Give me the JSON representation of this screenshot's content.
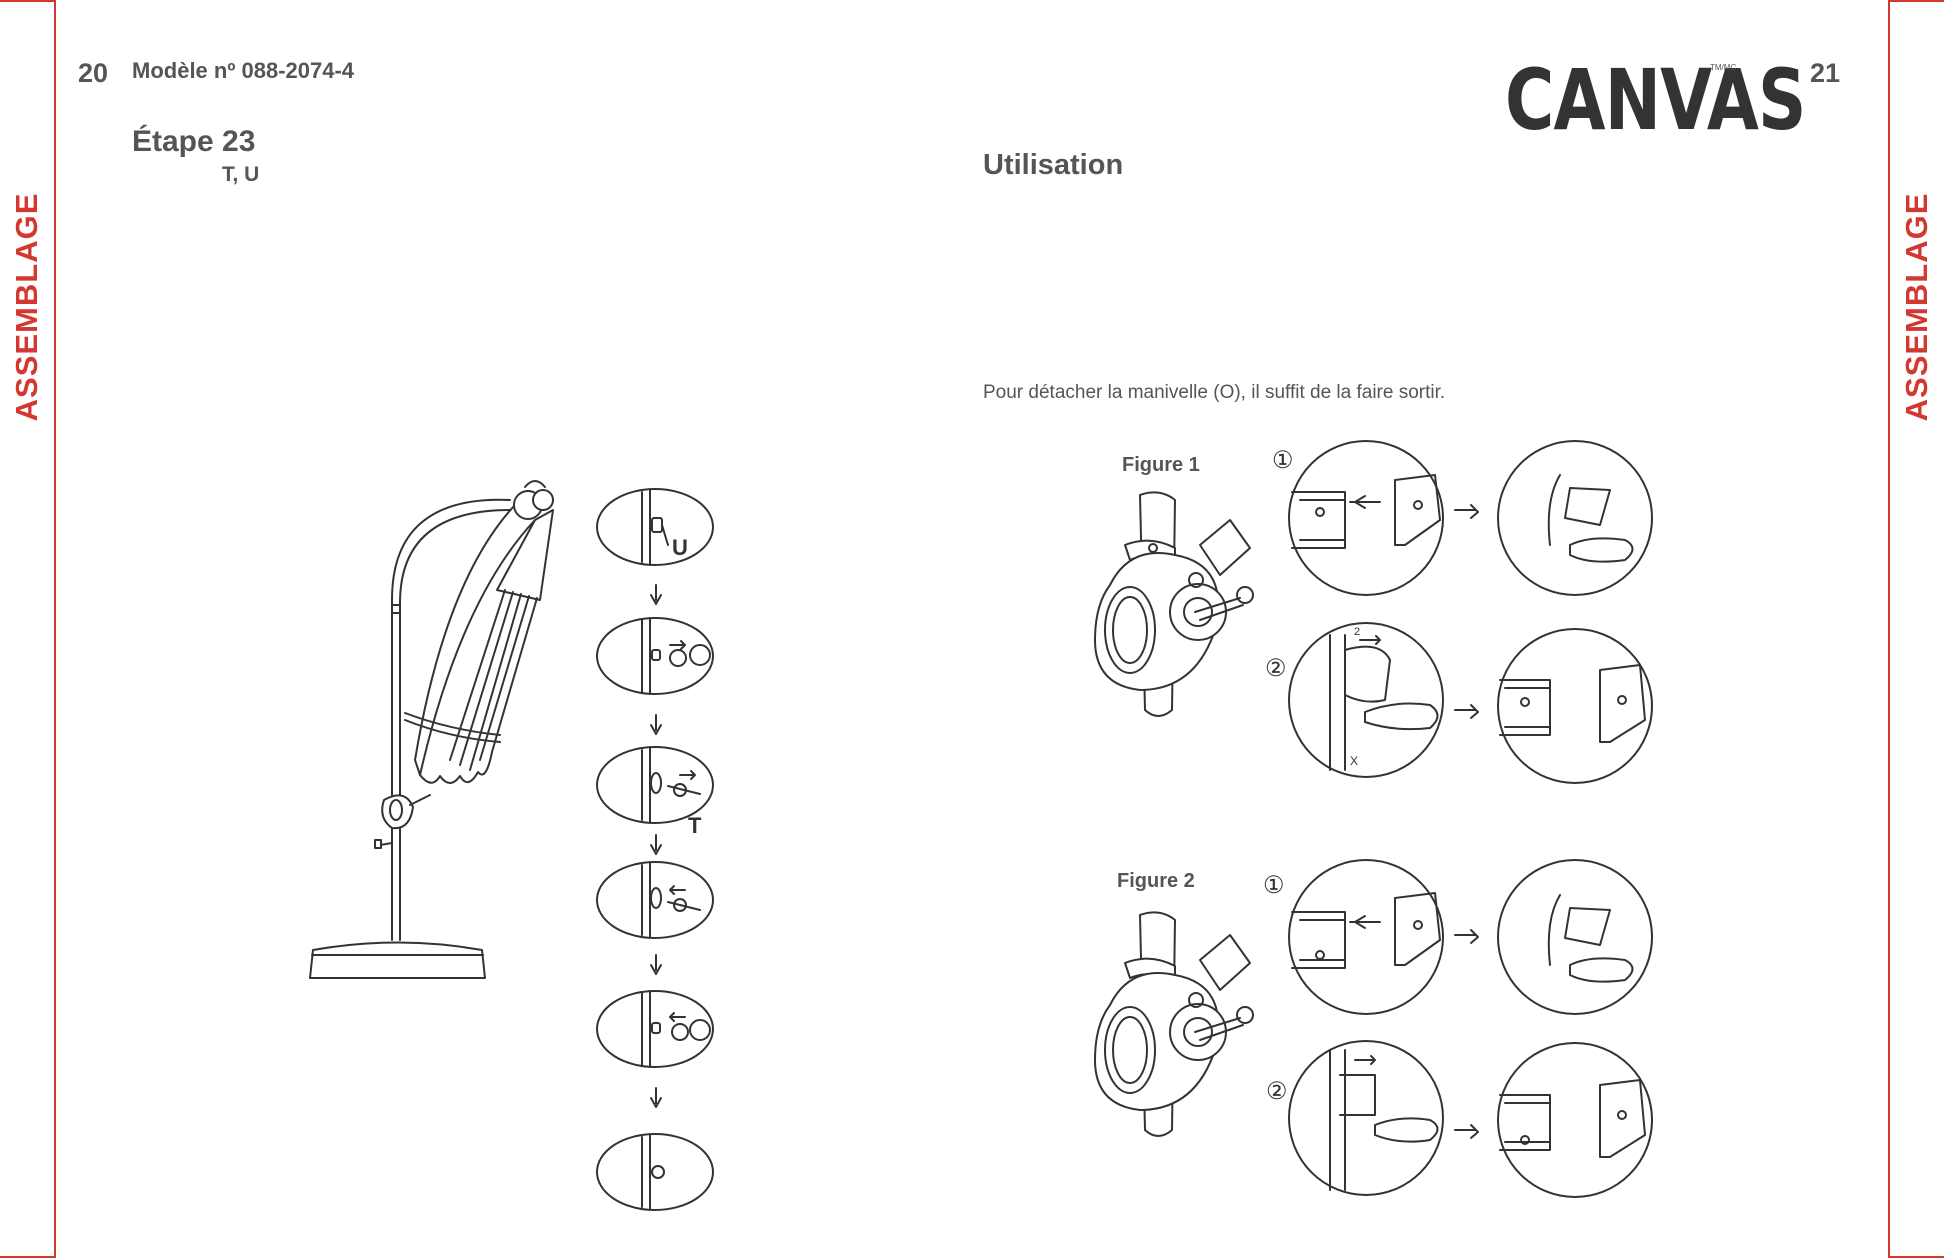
{
  "left_page": {
    "side_tab": "ASSEMBLAGE",
    "page_number": "20",
    "model": "Modèle nº  088-2074-4",
    "step_title": "Étape 23",
    "step_parts": "T, U",
    "callout_u": "U",
    "callout_t": "T"
  },
  "right_page": {
    "side_tab": "ASSEMBLAGE",
    "page_number": "21",
    "brand": "CANVAS",
    "brand_mark": "TM/MC",
    "section_title": "Utilisation",
    "instruction": "Pour détacher la manivelle (O), il suffit de la faire sortir.",
    "figure1_label": "Figure 1",
    "figure2_label": "Figure 2",
    "step1_marker": "①",
    "step2_marker": "②",
    "fig1_small_labels": [
      "2",
      "X"
    ]
  },
  "colors": {
    "accent": "#d2382f",
    "text": "#555555",
    "line": "#333333"
  }
}
